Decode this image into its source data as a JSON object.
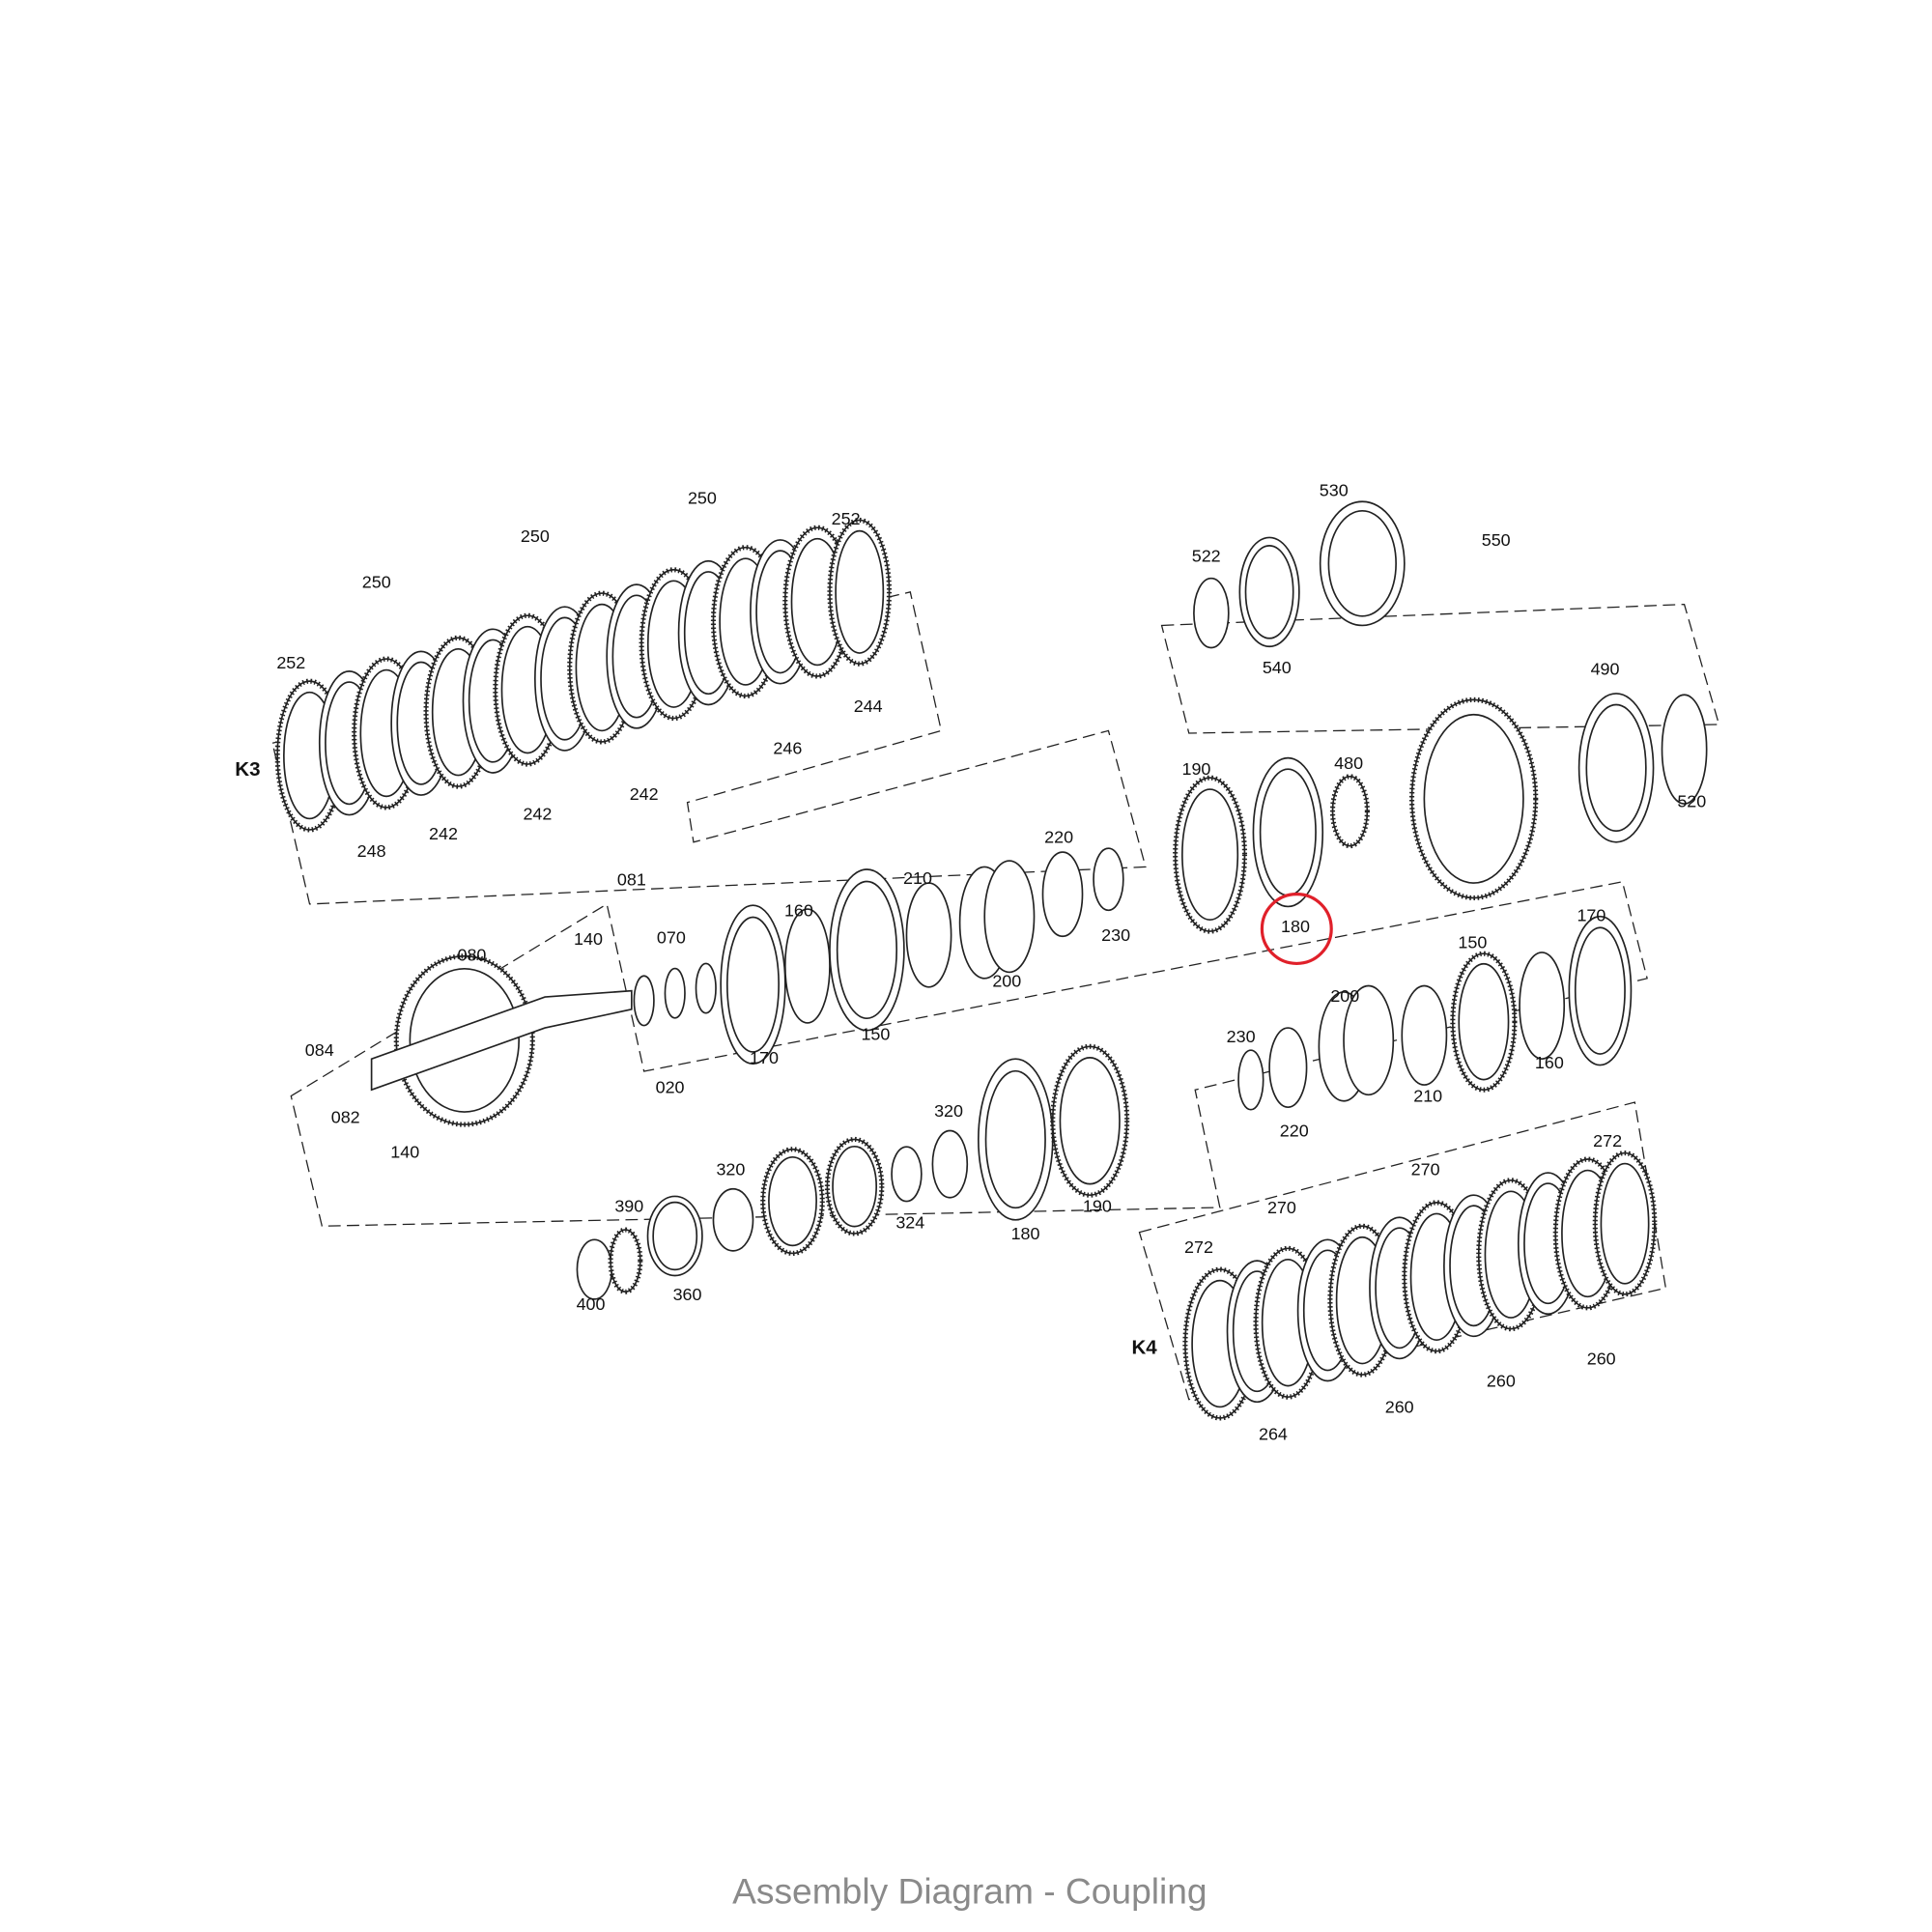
{
  "caption": "Assembly Diagram - Coupling",
  "highlight_color": "#e0202a",
  "highlighted_part": "180",
  "groups": {
    "k3": "K3",
    "k4": "K4"
  },
  "labels": {
    "k3": [
      "252",
      "250",
      "250",
      "250",
      "252",
      "244",
      "246",
      "242",
      "242",
      "242",
      "248"
    ],
    "output": [
      "530",
      "550",
      "522",
      "540",
      "490",
      "520",
      "480",
      "190",
      "180"
    ],
    "shaft": [
      "220",
      "210",
      "160",
      "230",
      "200",
      "150",
      "170",
      "070",
      "081",
      "140",
      "080",
      "084",
      "082",
      "140",
      "020"
    ],
    "k4_piston": [
      "170",
      "150",
      "200",
      "230",
      "210",
      "160",
      "220"
    ],
    "lower": [
      "320",
      "320",
      "390",
      "324",
      "180",
      "190",
      "360",
      "400"
    ],
    "k4": [
      "272",
      "270",
      "270",
      "272",
      "260",
      "260",
      "260",
      "264"
    ]
  }
}
